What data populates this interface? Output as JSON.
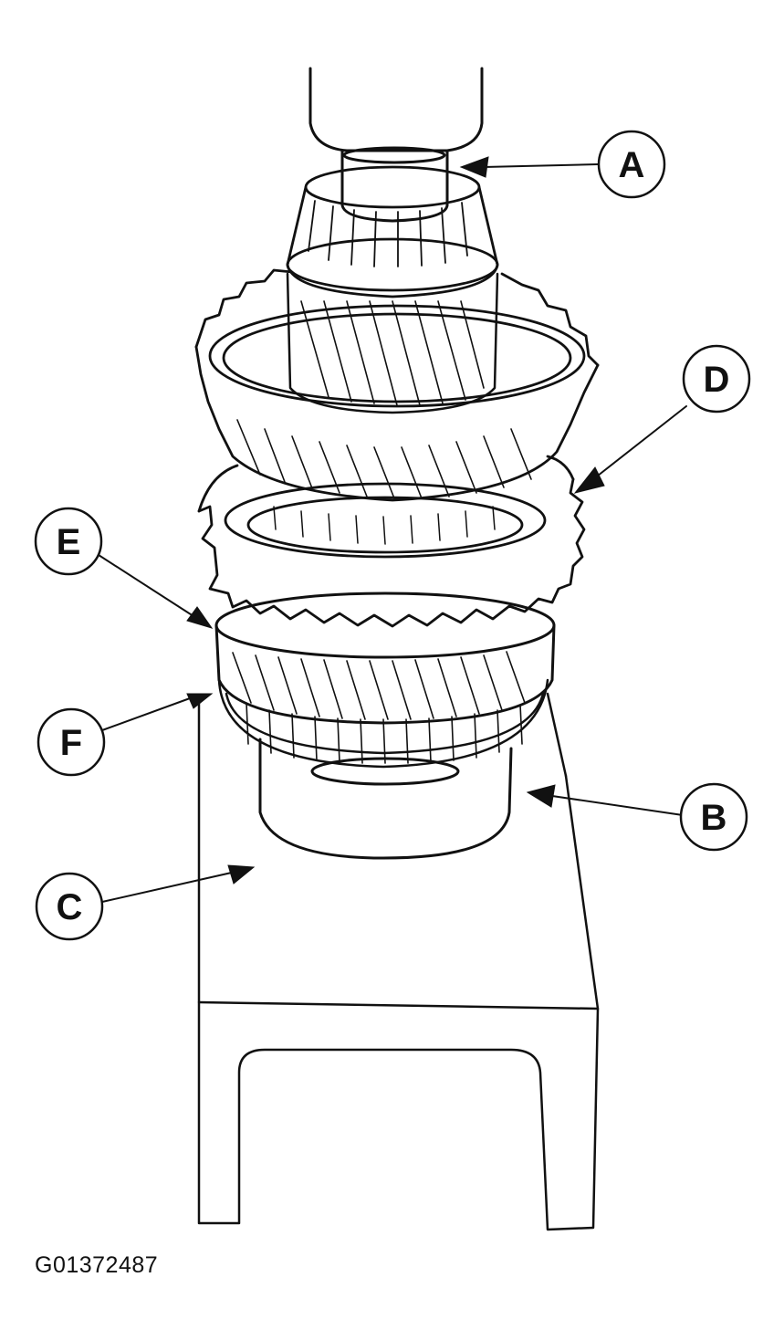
{
  "figure": {
    "id": "G01372487"
  },
  "callouts": [
    {
      "key": "a",
      "label": "A"
    },
    {
      "key": "b",
      "label": "B"
    },
    {
      "key": "c",
      "label": "C"
    },
    {
      "key": "d",
      "label": "D"
    },
    {
      "key": "e",
      "label": "E"
    },
    {
      "key": "f",
      "label": "F"
    }
  ],
  "colors": {
    "line": "#111111",
    "background": "#ffffff"
  }
}
